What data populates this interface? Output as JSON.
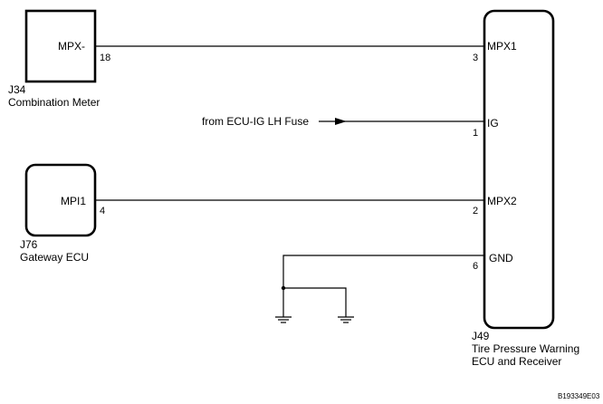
{
  "components": {
    "combination_meter": {
      "code": "J34",
      "name": "Combination Meter",
      "terminal": "MPX-",
      "pin": "18"
    },
    "gateway_ecu": {
      "code": "J76",
      "name": "Gateway ECU",
      "terminal": "MPI1",
      "pin": "4"
    },
    "tpw_receiver": {
      "code": "J49",
      "name_line1": "Tire Pressure Warning",
      "name_line2": "ECU and Receiver",
      "terminals": [
        {
          "label": "MPX1",
          "pin": "3"
        },
        {
          "label": "IG",
          "pin": "1"
        },
        {
          "label": "MPX2",
          "pin": "2"
        },
        {
          "label": "GND",
          "pin": "6"
        }
      ]
    }
  },
  "power_source": "from ECU-IG LH Fuse",
  "figure_code": "B193349E03"
}
